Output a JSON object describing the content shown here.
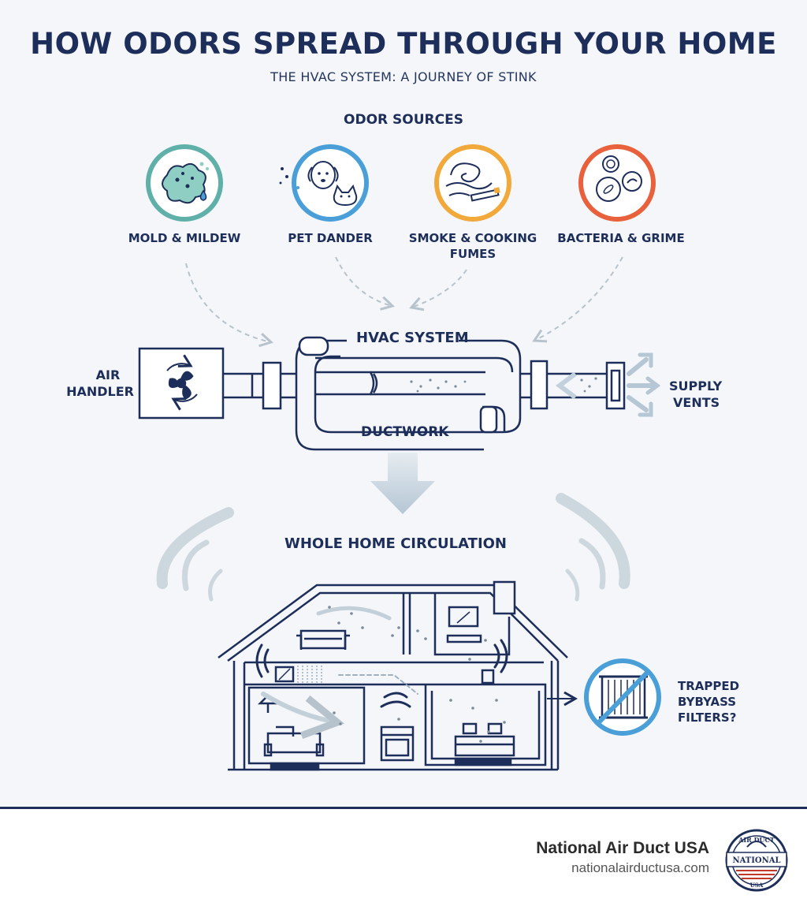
{
  "header": {
    "title": "HOW ODORS SPREAD THROUGH YOUR HOME",
    "subtitle": "THE HVAC SYSTEM: A JOURNEY OF STINK"
  },
  "sources": {
    "heading": "ODOR SOURCES",
    "items": [
      {
        "label": "MOLD & MILDEW",
        "icon": "mold-icon",
        "color": "#5fb0a8"
      },
      {
        "label": "PET DANDER",
        "icon": "pet-icon",
        "color": "#4a9fd8"
      },
      {
        "label_line1": "SMOKE & COOKING",
        "label_line2": "FUMES",
        "icon": "smoke-icon",
        "color": "#f2a93b"
      },
      {
        "label": "BACTERIA & GRIME",
        "icon": "bacteria-icon",
        "color": "#e8603c"
      }
    ]
  },
  "hvac": {
    "title": "HVAC SYSTEM",
    "ductwork": "DUCTWORK",
    "air_handler_1": "AIR",
    "air_handler_2": "HANDLER",
    "supply_1": "SUPPLY",
    "supply_2": "VENTS"
  },
  "circulation": {
    "heading": "WHOLE HOME CIRCULATION"
  },
  "filters": {
    "line1": "TRAPPED",
    "line2": "BYBYASS",
    "line3": "FILTERS?"
  },
  "footer": {
    "brand": "National Air Duct USA",
    "url": "nationalairductusa.com",
    "logo_top": "AIR DUCT",
    "logo_mid": "NATIONAL",
    "logo_bottom": "USA"
  },
  "colors": {
    "navy": "#1d2e5a",
    "accent_teal": "#5fb0a8",
    "accent_blue": "#4a9fd8",
    "accent_orange": "#f2a93b",
    "accent_red": "#e8603c",
    "flow_gray": "#b7c3cc"
  }
}
